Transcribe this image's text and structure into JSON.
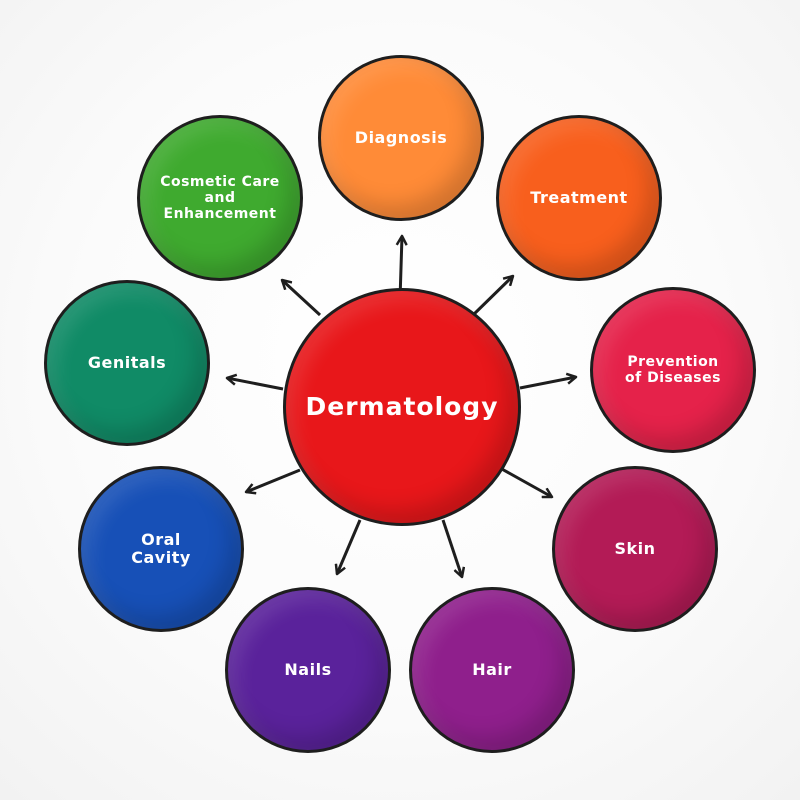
{
  "diagram": {
    "center": {
      "label": "Dermatology",
      "color": "#e8171a"
    },
    "nodes": [
      {
        "key": "diagnosis",
        "label": "Diagnosis",
        "color": "#ff8b37"
      },
      {
        "key": "treatment",
        "label": "Treatment",
        "color": "#f85f1d"
      },
      {
        "key": "prevention",
        "label": "Prevention\nof Diseases",
        "color": "#e5224a"
      },
      {
        "key": "skin",
        "label": "Skin",
        "color": "#b31b56"
      },
      {
        "key": "hair",
        "label": "Hair",
        "color": "#8f1f8c"
      },
      {
        "key": "nails",
        "label": "Nails",
        "color": "#5a229b"
      },
      {
        "key": "oral-cavity",
        "label": "Oral\nCavity",
        "color": "#1750b7"
      },
      {
        "key": "genitals",
        "label": "Genitals",
        "color": "#108b66"
      },
      {
        "key": "cosmetic",
        "label": "Cosmetic Care\nand\nEnhancement",
        "color": "#3faa2f"
      }
    ],
    "outline_color": "#1e1e1e",
    "text_color": "#ffffff"
  }
}
